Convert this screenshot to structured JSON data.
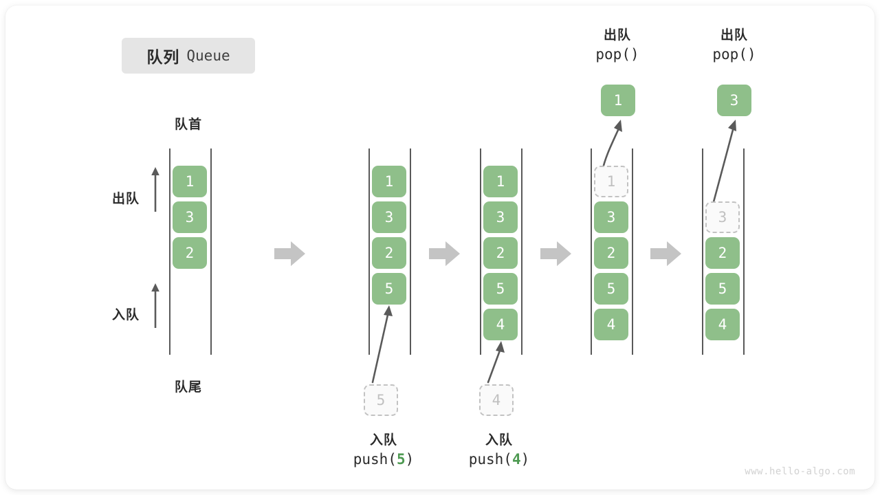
{
  "title": {
    "cn": "队列",
    "en": "Queue"
  },
  "labels": {
    "head": "队首",
    "tail": "队尾",
    "dequeue": "出队",
    "enqueue": "入队"
  },
  "colors": {
    "element_green": "#8fbf8a",
    "ghost_gray": "#c0c0c0",
    "rail_gray": "#595959",
    "arrow_gray": "#5a5a5a",
    "step_arrow_gray": "#c4c4c4",
    "badge_bg": "#e5e5e5",
    "accent_arg_green": "#4e9a52"
  },
  "watermark": "www.hello-algo.com",
  "steps": [
    {
      "id": "initial",
      "kind": "initial",
      "cells": [
        {
          "value": "1",
          "state": "filled"
        },
        {
          "value": "3",
          "state": "filled"
        },
        {
          "value": "2",
          "state": "filled"
        }
      ],
      "side_labels": {
        "top": "出队",
        "bottom": "入队"
      },
      "head_label": "队首",
      "tail_label": "队尾"
    },
    {
      "id": "push-5",
      "kind": "push",
      "cells": [
        {
          "value": "1",
          "state": "filled"
        },
        {
          "value": "3",
          "state": "filled"
        },
        {
          "value": "2",
          "state": "filled"
        },
        {
          "value": "5",
          "state": "filled"
        }
      ],
      "incoming": {
        "value": "5",
        "state": "ghost"
      },
      "caption": {
        "cn": "入队",
        "fn": "push(",
        "arg": "5",
        "fn_end": ")"
      }
    },
    {
      "id": "push-4",
      "kind": "push",
      "cells": [
        {
          "value": "1",
          "state": "filled"
        },
        {
          "value": "3",
          "state": "filled"
        },
        {
          "value": "2",
          "state": "filled"
        },
        {
          "value": "5",
          "state": "filled"
        },
        {
          "value": "4",
          "state": "filled"
        }
      ],
      "incoming": {
        "value": "4",
        "state": "ghost"
      },
      "caption": {
        "cn": "入队",
        "fn": "push(",
        "arg": "4",
        "fn_end": ")"
      }
    },
    {
      "id": "pop-1",
      "kind": "pop",
      "cells": [
        {
          "value": "1",
          "state": "ghost"
        },
        {
          "value": "3",
          "state": "filled"
        },
        {
          "value": "2",
          "state": "filled"
        },
        {
          "value": "5",
          "state": "filled"
        },
        {
          "value": "4",
          "state": "filled"
        }
      ],
      "outgoing": {
        "value": "1",
        "state": "filled"
      },
      "caption": {
        "cn": "出队",
        "fn": "pop()"
      }
    },
    {
      "id": "pop-3",
      "kind": "pop",
      "cells": [
        {
          "value": "",
          "state": "empty"
        },
        {
          "value": "3",
          "state": "ghost"
        },
        {
          "value": "2",
          "state": "filled"
        },
        {
          "value": "5",
          "state": "filled"
        },
        {
          "value": "4",
          "state": "filled"
        }
      ],
      "outgoing": {
        "value": "3",
        "state": "filled"
      },
      "caption": {
        "cn": "出队",
        "fn": "pop()"
      }
    }
  ]
}
